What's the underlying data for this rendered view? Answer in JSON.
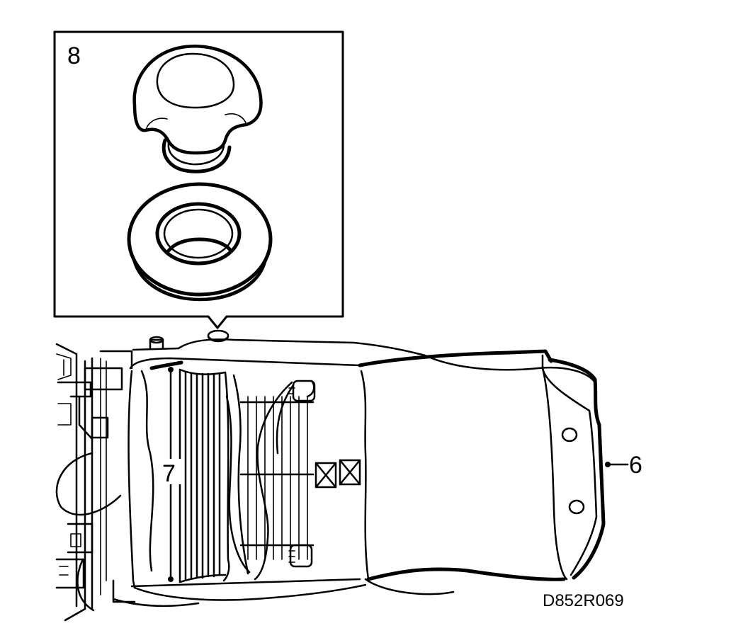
{
  "diagram": {
    "callouts": {
      "inset": "8",
      "cushion_frame": "7",
      "cover": "6"
    },
    "reference_code": "D852R069"
  },
  "colors": {
    "line": "#000000",
    "background": "#ffffff"
  },
  "icons": {
    "knob": "knob-icon",
    "grommet": "grommet-icon"
  }
}
